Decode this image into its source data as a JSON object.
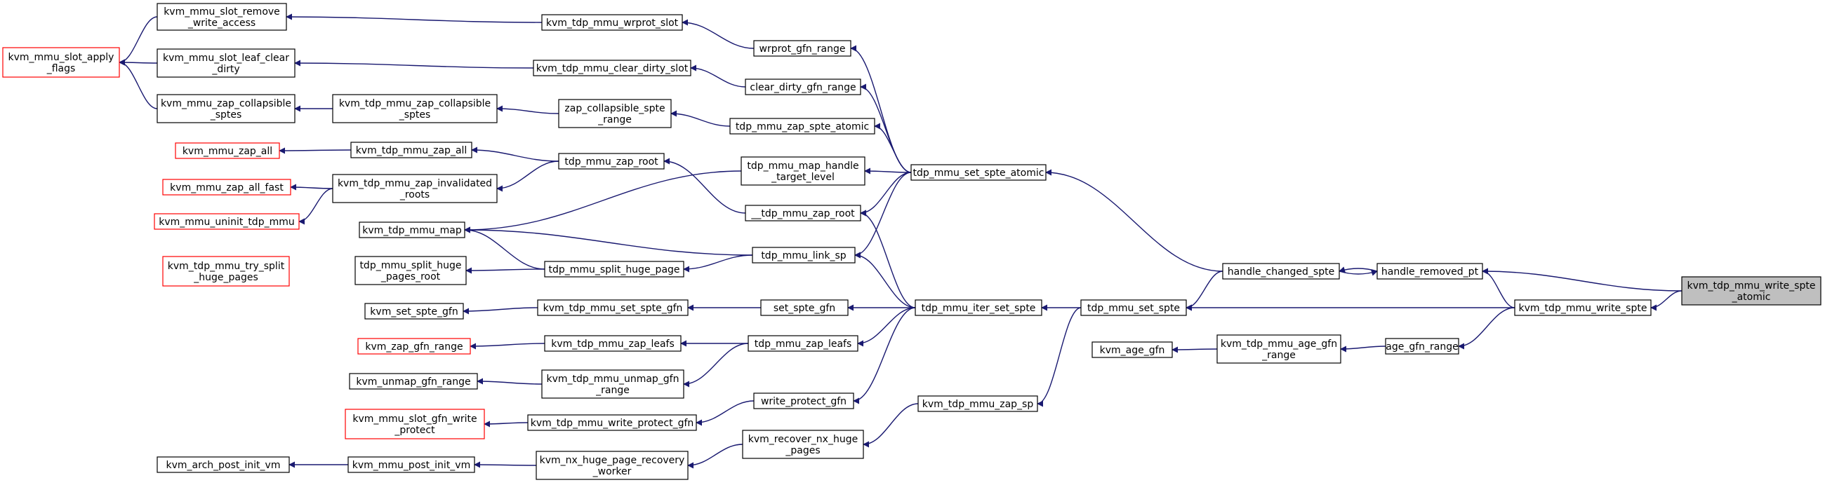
{
  "graph": {
    "title": "",
    "edge_color": "#191970",
    "node_border_color": "#000000",
    "truncated_node_border_color": "#ff0000",
    "focus_node_fill": "#bfbfbf",
    "nodes": [
      {
        "id": "n_slot_remove",
        "lines": [
          "kvm_mmu_slot_remove",
          "_write_access"
        ]
      },
      {
        "id": "n_slot_apply",
        "lines": [
          "kvm_mmu_slot_apply",
          "_flags"
        ],
        "truncated": true
      },
      {
        "id": "n_slot_leaf",
        "lines": [
          "kvm_mmu_slot_leaf_clear",
          "_dirty"
        ]
      },
      {
        "id": "n_zap_coll",
        "lines": [
          "kvm_mmu_zap_collapsible",
          "_sptes"
        ]
      },
      {
        "id": "n_mmu_zap_all",
        "lines": [
          "kvm_mmu_zap_all"
        ],
        "truncated": true
      },
      {
        "id": "n_zap_all_fast",
        "lines": [
          "kvm_mmu_zap_all_fast"
        ],
        "truncated": true
      },
      {
        "id": "n_uninit",
        "lines": [
          "kvm_mmu_uninit_tdp_mmu"
        ],
        "truncated": true
      },
      {
        "id": "n_try_split",
        "lines": [
          "kvm_tdp_mmu_try_split",
          "_huge_pages"
        ],
        "truncated": true
      },
      {
        "id": "n_set_spte_gfn_k",
        "lines": [
          "kvm_set_spte_gfn"
        ]
      },
      {
        "id": "n_zap_gfn_range",
        "lines": [
          "kvm_zap_gfn_range"
        ],
        "truncated": true
      },
      {
        "id": "n_unmap_gfn",
        "lines": [
          "kvm_unmap_gfn_range"
        ]
      },
      {
        "id": "n_slot_gfn_wp",
        "lines": [
          "kvm_mmu_slot_gfn_write",
          "_protect"
        ],
        "truncated": true
      },
      {
        "id": "n_arch_post",
        "lines": [
          "kvm_arch_post_init_vm"
        ]
      },
      {
        "id": "n_tdp_zap_coll",
        "lines": [
          "kvm_tdp_mmu_zap_collapsible",
          "_sptes"
        ]
      },
      {
        "id": "n_tdp_zap_all",
        "lines": [
          "kvm_tdp_mmu_zap_all"
        ]
      },
      {
        "id": "n_tdp_zap_inval",
        "lines": [
          "kvm_tdp_mmu_zap_invalidated",
          "_roots"
        ]
      },
      {
        "id": "n_tdp_map",
        "lines": [
          "kvm_tdp_mmu_map"
        ]
      },
      {
        "id": "n_split_root",
        "lines": [
          "tdp_mmu_split_huge",
          "_pages_root"
        ]
      },
      {
        "id": "n_post_init",
        "lines": [
          "kvm_mmu_post_init_vm"
        ]
      },
      {
        "id": "n_wrprot_slot",
        "lines": [
          "kvm_tdp_mmu_wrprot_slot"
        ]
      },
      {
        "id": "n_clear_dirty_slot",
        "lines": [
          "kvm_tdp_mmu_clear_dirty_slot"
        ]
      },
      {
        "id": "n_zap_spte_range",
        "lines": [
          "zap_collapsible_spte",
          "_range"
        ]
      },
      {
        "id": "n_zap_root",
        "lines": [
          "tdp_mmu_zap_root"
        ]
      },
      {
        "id": "n_split_page",
        "lines": [
          "tdp_mmu_split_huge_page"
        ]
      },
      {
        "id": "n_tdp_set_spte_gfn",
        "lines": [
          "kvm_tdp_mmu_set_spte_gfn"
        ]
      },
      {
        "id": "n_tdp_zap_leafs",
        "lines": [
          "kvm_tdp_mmu_zap_leafs"
        ]
      },
      {
        "id": "n_tdp_unmap",
        "lines": [
          "kvm_tdp_mmu_unmap_gfn",
          "_range"
        ]
      },
      {
        "id": "n_tdp_wp_gfn",
        "lines": [
          "kvm_tdp_mmu_write_protect_gfn"
        ]
      },
      {
        "id": "n_nx_worker",
        "lines": [
          "kvm_nx_huge_page_recovery",
          "_worker"
        ]
      },
      {
        "id": "n_wrprot_gfn_range",
        "lines": [
          "wrprot_gfn_range"
        ]
      },
      {
        "id": "n_clear_dirty_gfn",
        "lines": [
          "clear_dirty_gfn_range"
        ]
      },
      {
        "id": "n_zap_spte_atomic",
        "lines": [
          "tdp_mmu_zap_spte_atomic"
        ]
      },
      {
        "id": "n_map_handle",
        "lines": [
          "tdp_mmu_map_handle",
          "_target_level"
        ]
      },
      {
        "id": "n___zap_root",
        "lines": [
          "__tdp_mmu_zap_root"
        ]
      },
      {
        "id": "n_link_sp",
        "lines": [
          "tdp_mmu_link_sp"
        ]
      },
      {
        "id": "n_set_spte_gfn",
        "lines": [
          "set_spte_gfn"
        ]
      },
      {
        "id": "n_zap_leafs",
        "lines": [
          "tdp_mmu_zap_leafs"
        ]
      },
      {
        "id": "n_write_protect_gfn",
        "lines": [
          "write_protect_gfn"
        ]
      },
      {
        "id": "n_recover_nx",
        "lines": [
          "kvm_recover_nx_huge",
          "_pages"
        ]
      },
      {
        "id": "n_set_spte_atomic",
        "lines": [
          "tdp_mmu_set_spte_atomic"
        ]
      },
      {
        "id": "n_iter_set_spte",
        "lines": [
          "tdp_mmu_iter_set_spte"
        ]
      },
      {
        "id": "n_zap_sp",
        "lines": [
          "kvm_tdp_mmu_zap_sp"
        ]
      },
      {
        "id": "n_kvm_age_gfn",
        "lines": [
          "kvm_age_gfn"
        ]
      },
      {
        "id": "n_set_spte",
        "lines": [
          "tdp_mmu_set_spte"
        ]
      },
      {
        "id": "n_age_gfn_range_k",
        "lines": [
          "kvm_tdp_mmu_age_gfn",
          "_range"
        ]
      },
      {
        "id": "n_handle_changed",
        "lines": [
          "handle_changed_spte"
        ]
      },
      {
        "id": "n_age_gfn_range",
        "lines": [
          "age_gfn_range"
        ]
      },
      {
        "id": "n_handle_removed",
        "lines": [
          "handle_removed_pt"
        ]
      },
      {
        "id": "n_write_spte",
        "lines": [
          "kvm_tdp_mmu_write_spte"
        ]
      },
      {
        "id": "n_write_spte_atomic",
        "lines": [
          "kvm_tdp_mmu_write_spte",
          "_atomic"
        ],
        "focus": true
      }
    ],
    "edges": [
      [
        "n_write_spte_atomic",
        "n_handle_removed"
      ],
      [
        "n_write_spte_atomic",
        "n_write_spte"
      ],
      [
        "n_handle_removed",
        "n_handle_changed"
      ],
      [
        "n_handle_changed",
        "n_handle_removed"
      ],
      [
        "n_write_spte",
        "n_handle_removed"
      ],
      [
        "n_write_spte",
        "n_set_spte"
      ],
      [
        "n_write_spte",
        "n_age_gfn_range"
      ],
      [
        "n_handle_changed",
        "n_set_spte_atomic"
      ],
      [
        "n_handle_changed",
        "n_set_spte"
      ],
      [
        "n_age_gfn_range",
        "n_age_gfn_range_k"
      ],
      [
        "n_age_gfn_range_k",
        "n_kvm_age_gfn"
      ],
      [
        "n_set_spte",
        "n_iter_set_spte"
      ],
      [
        "n_set_spte",
        "n_zap_sp"
      ],
      [
        "n_set_spte_atomic",
        "n_wrprot_gfn_range"
      ],
      [
        "n_set_spte_atomic",
        "n_clear_dirty_gfn"
      ],
      [
        "n_set_spte_atomic",
        "n_zap_spte_atomic"
      ],
      [
        "n_set_spte_atomic",
        "n_map_handle"
      ],
      [
        "n_set_spte_atomic",
        "n___zap_root"
      ],
      [
        "n_set_spte_atomic",
        "n_link_sp"
      ],
      [
        "n_iter_set_spte",
        "n___zap_root"
      ],
      [
        "n_iter_set_spte",
        "n_link_sp"
      ],
      [
        "n_iter_set_spte",
        "n_set_spte_gfn"
      ],
      [
        "n_iter_set_spte",
        "n_zap_leafs"
      ],
      [
        "n_iter_set_spte",
        "n_write_protect_gfn"
      ],
      [
        "n_zap_sp",
        "n_recover_nx"
      ],
      [
        "n_wrprot_gfn_range",
        "n_wrprot_slot"
      ],
      [
        "n_clear_dirty_gfn",
        "n_clear_dirty_slot"
      ],
      [
        "n_zap_spte_atomic",
        "n_zap_spte_range"
      ],
      [
        "n_map_handle",
        "n_tdp_map"
      ],
      [
        "n___zap_root",
        "n_zap_root"
      ],
      [
        "n_link_sp",
        "n_tdp_map"
      ],
      [
        "n_link_sp",
        "n_split_page"
      ],
      [
        "n_set_spte_gfn",
        "n_tdp_set_spte_gfn"
      ],
      [
        "n_zap_leafs",
        "n_tdp_zap_leafs"
      ],
      [
        "n_zap_leafs",
        "n_tdp_unmap"
      ],
      [
        "n_write_protect_gfn",
        "n_tdp_wp_gfn"
      ],
      [
        "n_recover_nx",
        "n_nx_worker"
      ],
      [
        "n_wrprot_slot",
        "n_slot_remove"
      ],
      [
        "n_clear_dirty_slot",
        "n_slot_leaf"
      ],
      [
        "n_zap_spte_range",
        "n_tdp_zap_coll"
      ],
      [
        "n_zap_root",
        "n_tdp_zap_all"
      ],
      [
        "n_zap_root",
        "n_tdp_zap_inval"
      ],
      [
        "n_split_page",
        "n_tdp_map"
      ],
      [
        "n_split_page",
        "n_split_root"
      ],
      [
        "n_tdp_set_spte_gfn",
        "n_set_spte_gfn_k"
      ],
      [
        "n_tdp_zap_leafs",
        "n_zap_gfn_range"
      ],
      [
        "n_tdp_unmap",
        "n_unmap_gfn"
      ],
      [
        "n_tdp_wp_gfn",
        "n_slot_gfn_wp"
      ],
      [
        "n_nx_worker",
        "n_post_init"
      ],
      [
        "n_slot_remove",
        "n_slot_apply"
      ],
      [
        "n_slot_leaf",
        "n_slot_apply"
      ],
      [
        "n_tdp_zap_coll",
        "n_zap_coll"
      ],
      [
        "n_zap_coll",
        "n_slot_apply"
      ],
      [
        "n_tdp_zap_all",
        "n_mmu_zap_all"
      ],
      [
        "n_tdp_zap_inval",
        "n_zap_all_fast"
      ],
      [
        "n_tdp_zap_inval",
        "n_uninit"
      ],
      [
        "n_post_init",
        "n_arch_post"
      ]
    ]
  }
}
